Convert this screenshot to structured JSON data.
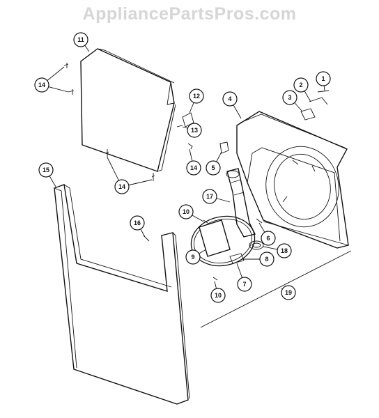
{
  "watermark": "AppliancePartsPros.com",
  "callouts": [
    {
      "id": "c11",
      "label": "11"
    },
    {
      "id": "c14a",
      "label": "14"
    },
    {
      "id": "c14b",
      "label": "14"
    },
    {
      "id": "c14c",
      "label": "14"
    },
    {
      "id": "c12",
      "label": "12"
    },
    {
      "id": "c13",
      "label": "13"
    },
    {
      "id": "c4",
      "label": "4"
    },
    {
      "id": "c2",
      "label": "2"
    },
    {
      "id": "c1",
      "label": "1"
    },
    {
      "id": "c3",
      "label": "3"
    },
    {
      "id": "c5",
      "label": "5"
    },
    {
      "id": "c15",
      "label": "15"
    },
    {
      "id": "c17",
      "label": "17"
    },
    {
      "id": "c10a",
      "label": "10"
    },
    {
      "id": "c16",
      "label": "16"
    },
    {
      "id": "c6",
      "label": "6"
    },
    {
      "id": "c18",
      "label": "18"
    },
    {
      "id": "c9",
      "label": "9"
    },
    {
      "id": "c8",
      "label": "8"
    },
    {
      "id": "c7",
      "label": "7"
    },
    {
      "id": "c10b",
      "label": "10"
    },
    {
      "id": "c19",
      "label": "19"
    }
  ]
}
